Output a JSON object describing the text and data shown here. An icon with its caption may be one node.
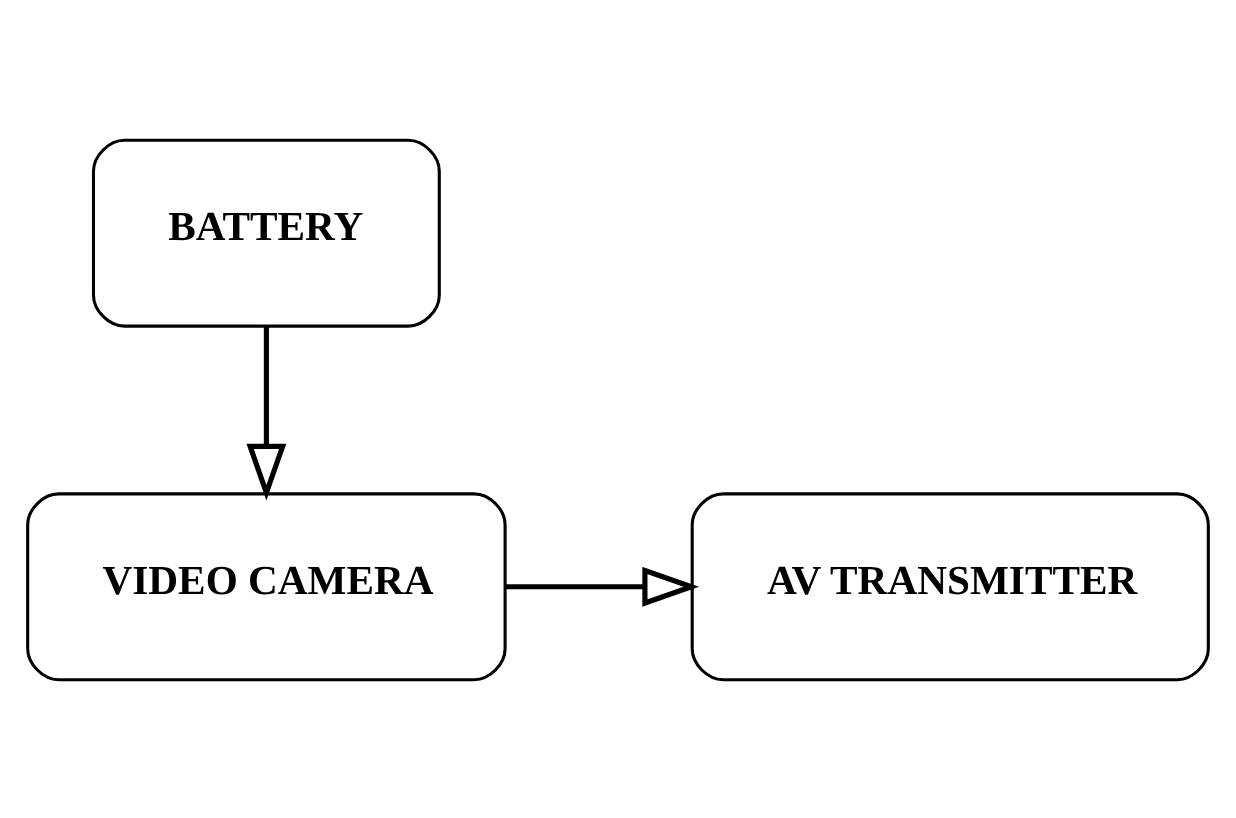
{
  "diagram": {
    "nodes": [
      {
        "text": [
          "BATTERY"
        ]
      },
      {
        "text": [
          "VIDEO CAMERA"
        ]
      },
      {
        "text": [
          "AV TRANSMITTER"
        ]
      }
    ],
    "edges": [
      {
        "from": 0,
        "to": 1,
        "arrow": "to"
      },
      {
        "from": 1,
        "to": 2,
        "arrow": "to"
      }
    ]
  }
}
